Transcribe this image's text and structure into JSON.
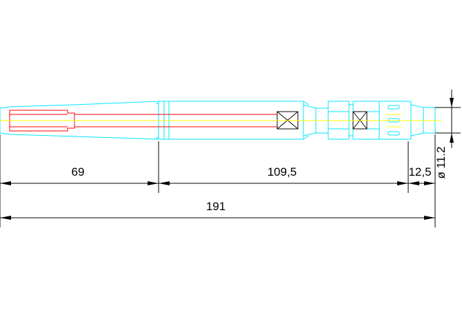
{
  "colors": {
    "background": "#ffffff",
    "outline": "#00e5ff",
    "bore": "#ff0000",
    "centerline": "#ffff00",
    "dimension": "#000000"
  },
  "dimensions": {
    "d1": "69",
    "d2": "109,5",
    "d3": "12,5",
    "total": "191",
    "diameter": "ø 11.2"
  }
}
